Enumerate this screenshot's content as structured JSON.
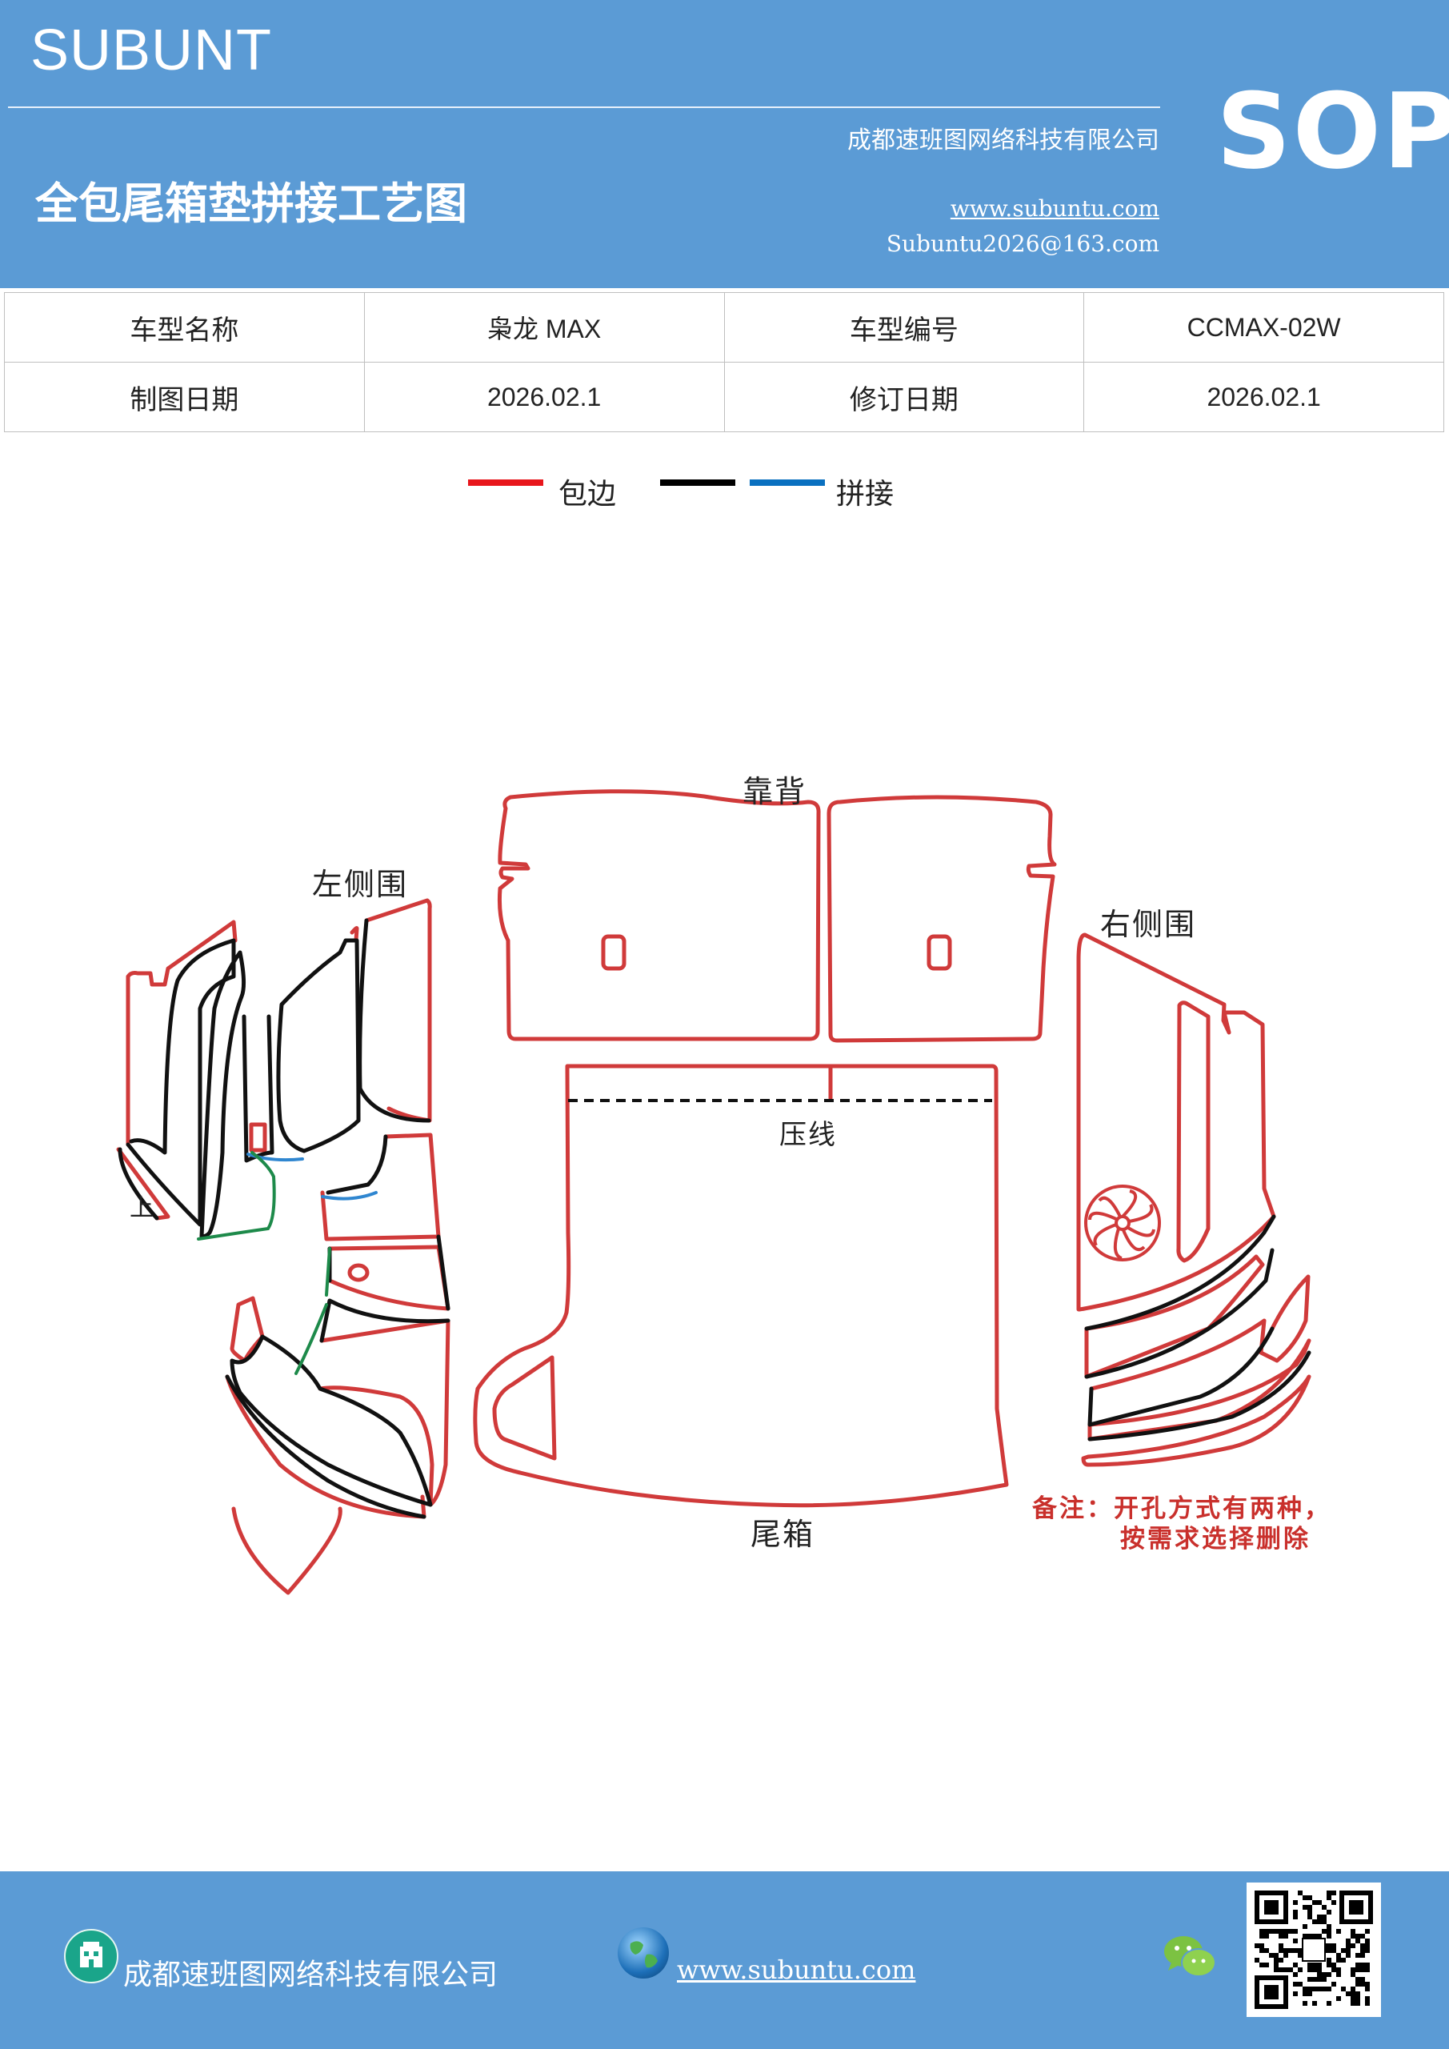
{
  "header": {
    "brand": "SUBUNT",
    "company": "成都速班图网络科技有限公司",
    "title": "全包尾箱垫拼接工艺图",
    "website": "www.subuntu.com",
    "email": "Subuntu2026@163.com",
    "badge": "SOP"
  },
  "info_table": {
    "rows": [
      [
        "车型名称",
        "枭龙 MAX",
        "车型编号",
        "CCMAX-02W"
      ],
      [
        "制图日期",
        "2026.02.1",
        "修订日期",
        "2026.02.1"
      ]
    ]
  },
  "legend": {
    "items": [
      {
        "label": "包边",
        "color": "#e8161c"
      },
      {
        "label": "",
        "color": "#000000"
      },
      {
        "label": "拼接",
        "color": "#0a70c0"
      }
    ]
  },
  "diagram": {
    "labels": {
      "backrest": "靠背",
      "left_side": "左侧围",
      "right_side": "右侧围",
      "press_line": "压线",
      "trunk": "尾箱",
      "up_mark": "上"
    },
    "note_line1": "备注：开孔方式有两种，",
    "note_line2": "按需求选择删除",
    "colors": {
      "edge": "#d03a3a",
      "seam": "#111111",
      "join_blue": "#2f86d0",
      "join_green": "#1d8a4a"
    }
  },
  "footer": {
    "company": "成都速班图网络科技有限公司",
    "website": "www.subuntu.com",
    "icons": [
      "building-icon",
      "globe-icon",
      "wechat-icon",
      "qr-code"
    ]
  }
}
